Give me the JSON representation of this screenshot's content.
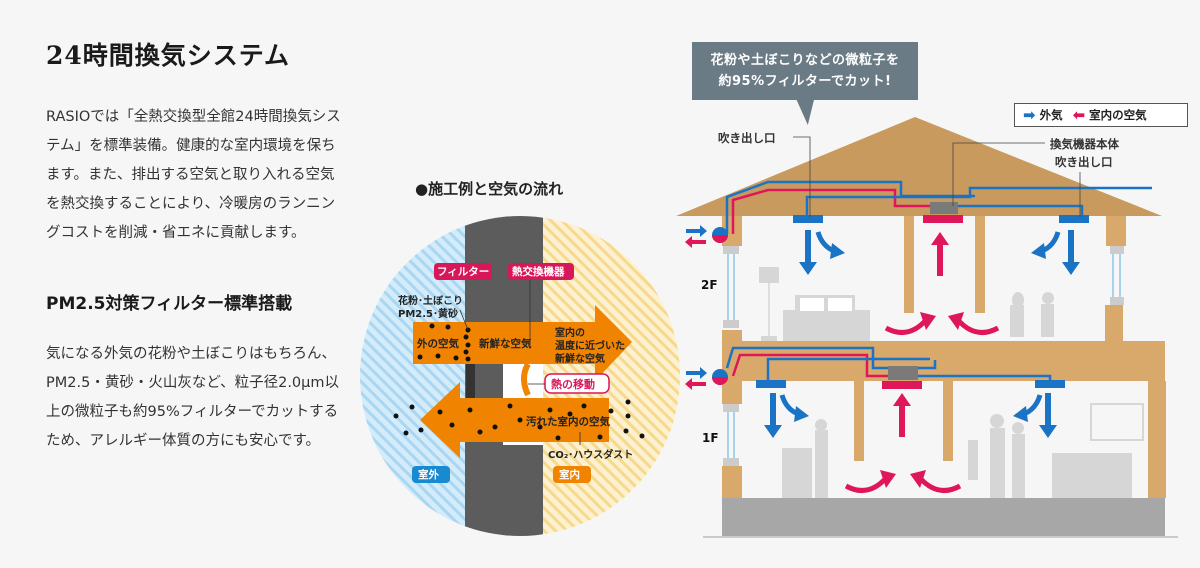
{
  "page": {
    "title": "24時間換気システム",
    "intro": "RASIOでは「全熱交換型全館24時間換気システム」を標準装備。健康的な室内環境を保ちます。また、排出する空気と取り入れる空気を熱交換することにより、冷暖房のランニングコストを削減・省エネに貢献します。",
    "subtitle": "PM2.5対策フィルター標準搭載",
    "pm_text": "気になる外気の花粉や土ぼこりはもちろん、PM2.5・黄砂・火山灰など、粒子径2.0μm以上の微粒子も約95%フィルターでカットするため、アレルギー体質の方にも安心です。"
  },
  "flow_diagram": {
    "title": "●施工例と空気の流れ",
    "filter_tag": "フィルター",
    "exchanger_tag": "熱交換機器",
    "particles_label_1": "花粉･土ぼこり",
    "particles_label_2": "PM2.5･黄砂",
    "outside_air": "外の空気",
    "fresh_air": "新鮮な空気",
    "indoor_fresh_1": "室内の",
    "indoor_fresh_2": "温度に近づいた",
    "indoor_fresh_3": "新鮮な空気",
    "heat_transfer": "熱の移動",
    "dirty_air": "汚れた室内の空気",
    "co2_label": "CO₂･ハウスダスト",
    "outdoor_tag": "室外",
    "indoor_tag": "室内"
  },
  "house_diagram": {
    "bubble_line1": "花粉や土ぼこりなどの微粒子を",
    "bubble_line2": "約95%フィルターでカット!",
    "legend": {
      "outside_label": "外気",
      "inside_label": "室内の空気",
      "outside_color": "#1a73c4",
      "inside_color": "#e0165a"
    },
    "outlet_label_left": "吹き出し口",
    "unit_label": "換気機器本体",
    "outlet_label_right": "吹き出し口",
    "floor_2": "2F",
    "floor_1": "1F"
  },
  "colors": {
    "wood": "#d9a96c",
    "roof": "#c99a5e",
    "blue": "#1a73c4",
    "red": "#e0165a",
    "orange": "#f08300",
    "wall": "#5a5a5a",
    "outside_bg": "#cbe6f6",
    "inside_bg": "#fbe9bf",
    "ground": "#a7a7a7",
    "bubble": "#6b7b85"
  }
}
